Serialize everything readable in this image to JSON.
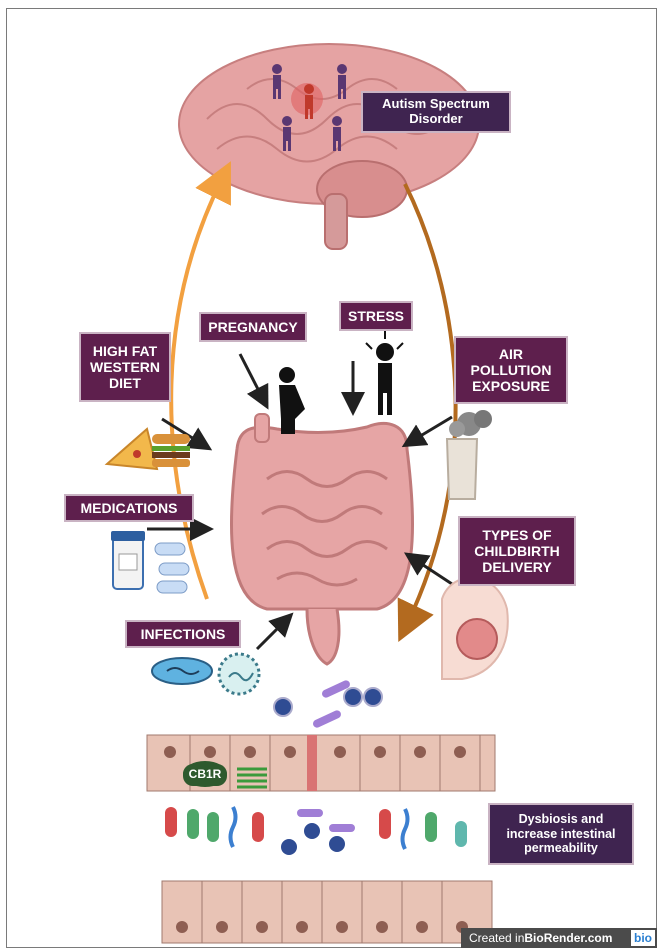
{
  "labels": {
    "autism": "Autism Spectrum\nDisorder",
    "high_fat": "HIGH FAT\nWESTERN\nDIET",
    "pregnancy": "PREGNANCY",
    "stress": "STRESS",
    "air_pollution": "AIR\nPOLLUTION\nEXPOSURE",
    "medications": "MEDICATIONS",
    "childbirth": "TYPES OF\nCHILDBIRTH\nDELIVERY",
    "infections": "INFECTIONS",
    "cb1r": "CB1R",
    "dysbiosis": "Dysbiosis and\nincrease intestinal\npermeability"
  },
  "credit": {
    "prefix": "Created in ",
    "brand": "BioRender.com",
    "logo": "bio"
  },
  "colors": {
    "label_bg": "#5e1f4d",
    "label_dark_bg": "#3f2450",
    "arrow_up": "#f2a040",
    "arrow_down": "#b36a1f",
    "intestine": "#e6a5a5",
    "brain": "#e5a3a3"
  }
}
